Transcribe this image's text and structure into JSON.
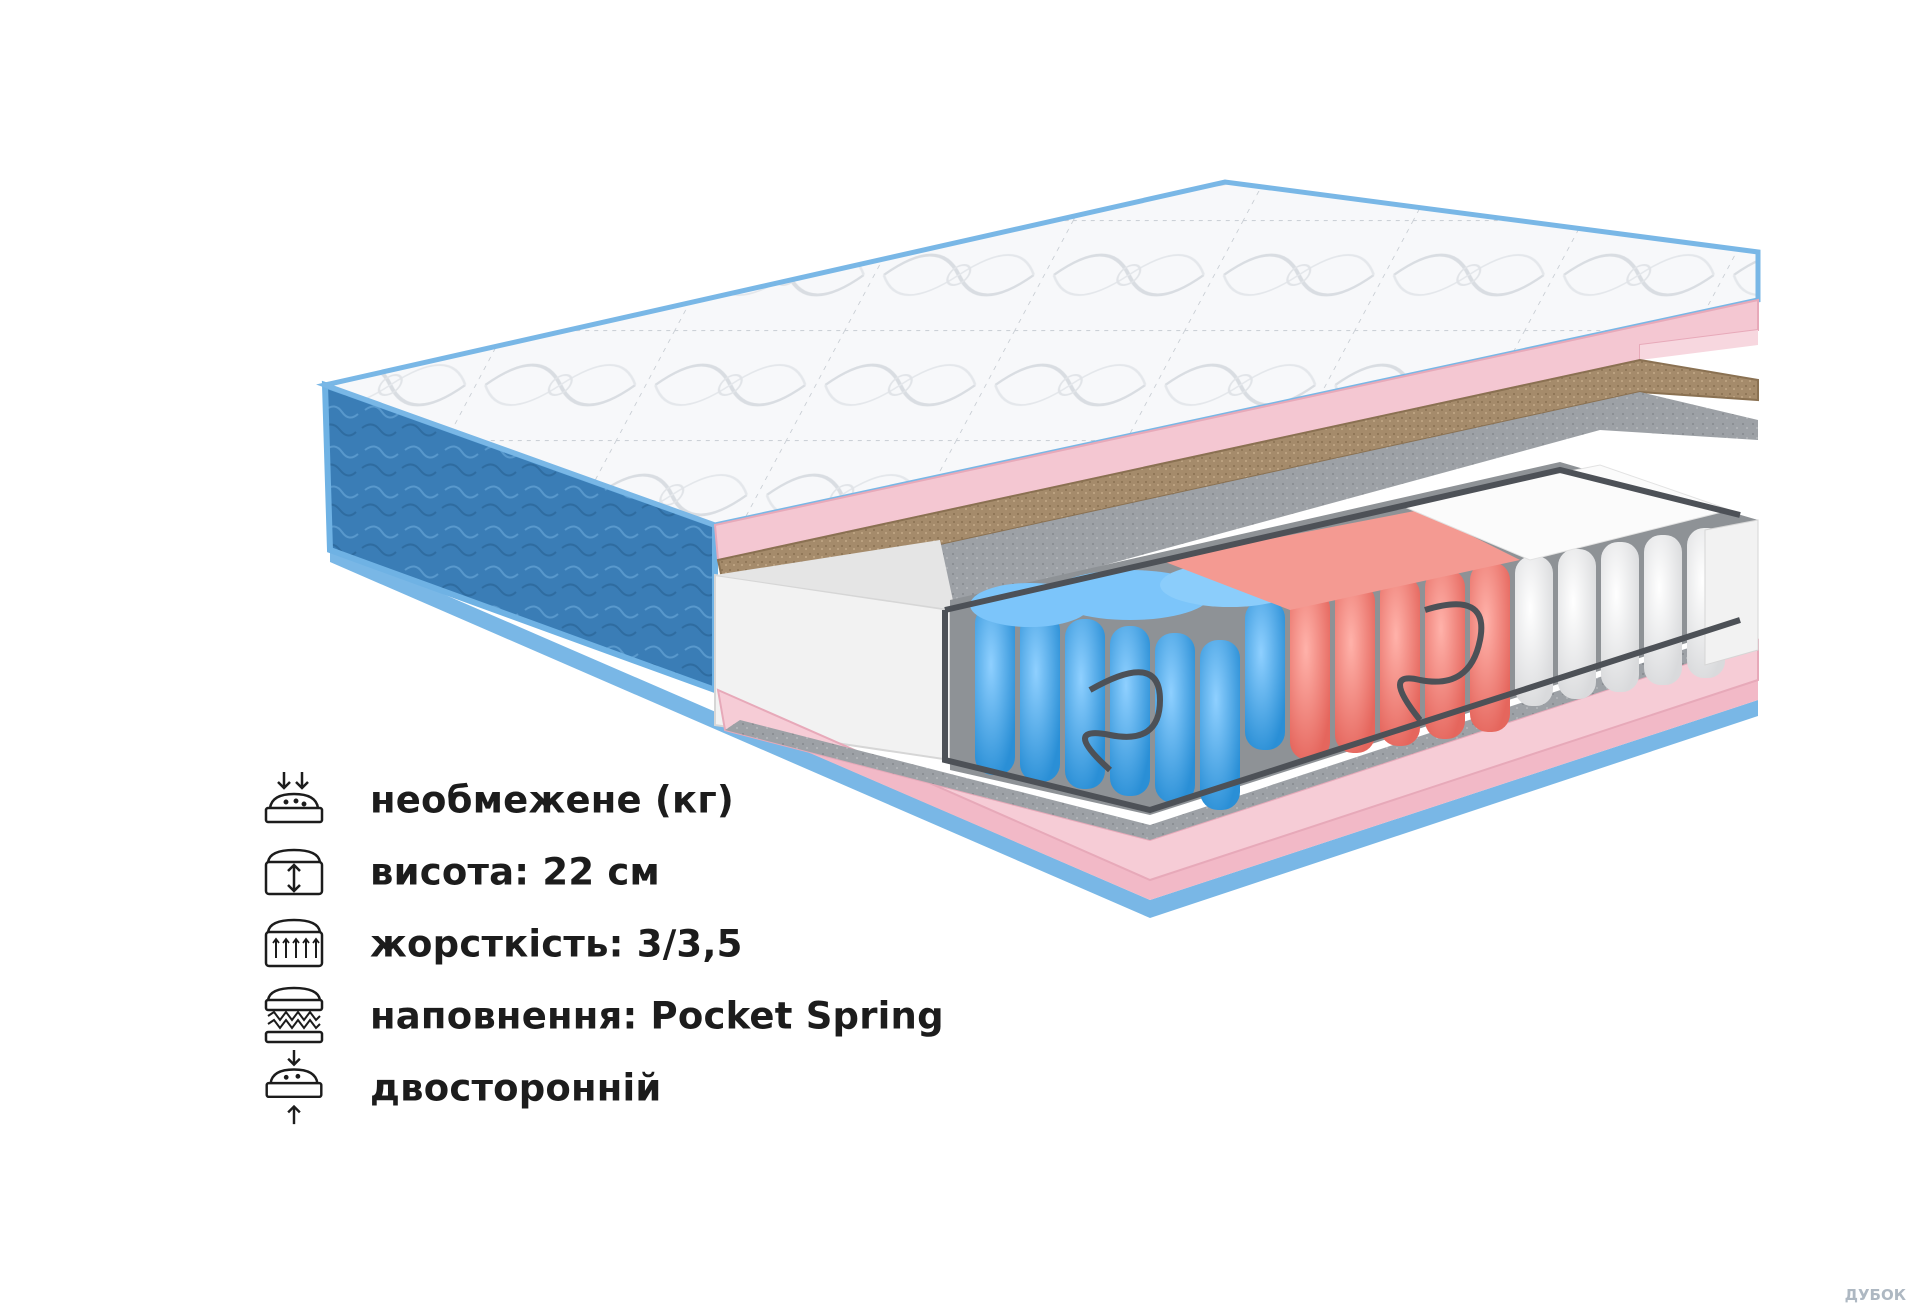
{
  "specs": [
    {
      "icon": "weight-load-icon",
      "text": "необмежене (кг)"
    },
    {
      "icon": "height-icon",
      "text": "висота: 22 см"
    },
    {
      "icon": "firmness-icon",
      "text": "жорсткість: 3/3,5"
    },
    {
      "icon": "spring-filling-icon",
      "text": "наповнення: Pocket Spring"
    },
    {
      "icon": "two-sided-icon",
      "text": "двосторонній"
    }
  ],
  "watermark": "ДУБОК",
  "colors": {
    "side_blue": "#3b7fb8",
    "pink_foam": "#f4c9d3",
    "coconut": "#a38a6c",
    "felt_gray": "#9a9ea3",
    "spring_blue": "#3aa3e6",
    "spring_red": "#ef7b72",
    "spring_white": "#f4f4f4"
  }
}
